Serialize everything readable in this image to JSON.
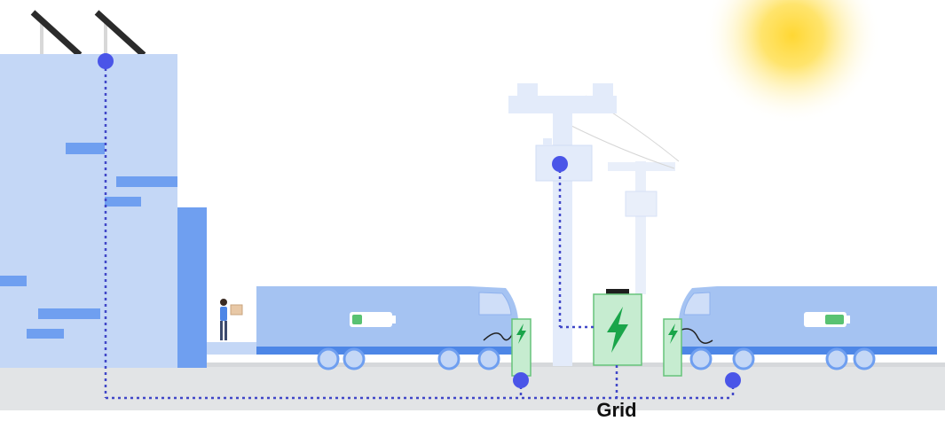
{
  "caption": {
    "grid": "Grid"
  },
  "colors": {
    "building_light": "#c4d7f6",
    "building_mid": "#8fb2ee",
    "building_accent": "#6f9ff0",
    "truck_body": "#a5c3f2",
    "truck_stripe": "#4d86e6",
    "pole": "#e3ebfa",
    "pole_far": "#e9effa",
    "connection_dot": "#4a55e8",
    "connection_line": "#4047c8",
    "battery_fill": "#c6ecd0",
    "battery_border": "#66c37a",
    "bolt": "#1aa54a",
    "ground": "#e2e4e6",
    "sun": "#ffd733",
    "solar_panel": "#2b2b2b"
  },
  "icons": {
    "solar_panels": "solar-panel-icon",
    "sun": "sun-icon",
    "worker": "worker-with-box-icon",
    "charger": "charging-station-icon",
    "grid_battery": "battery-storage-icon",
    "truck_battery": "battery-level-icon",
    "bolt": "lightning-bolt-icon"
  },
  "truck_battery_levels": {
    "left_truck": 0.25,
    "right_truck": 0.5
  }
}
